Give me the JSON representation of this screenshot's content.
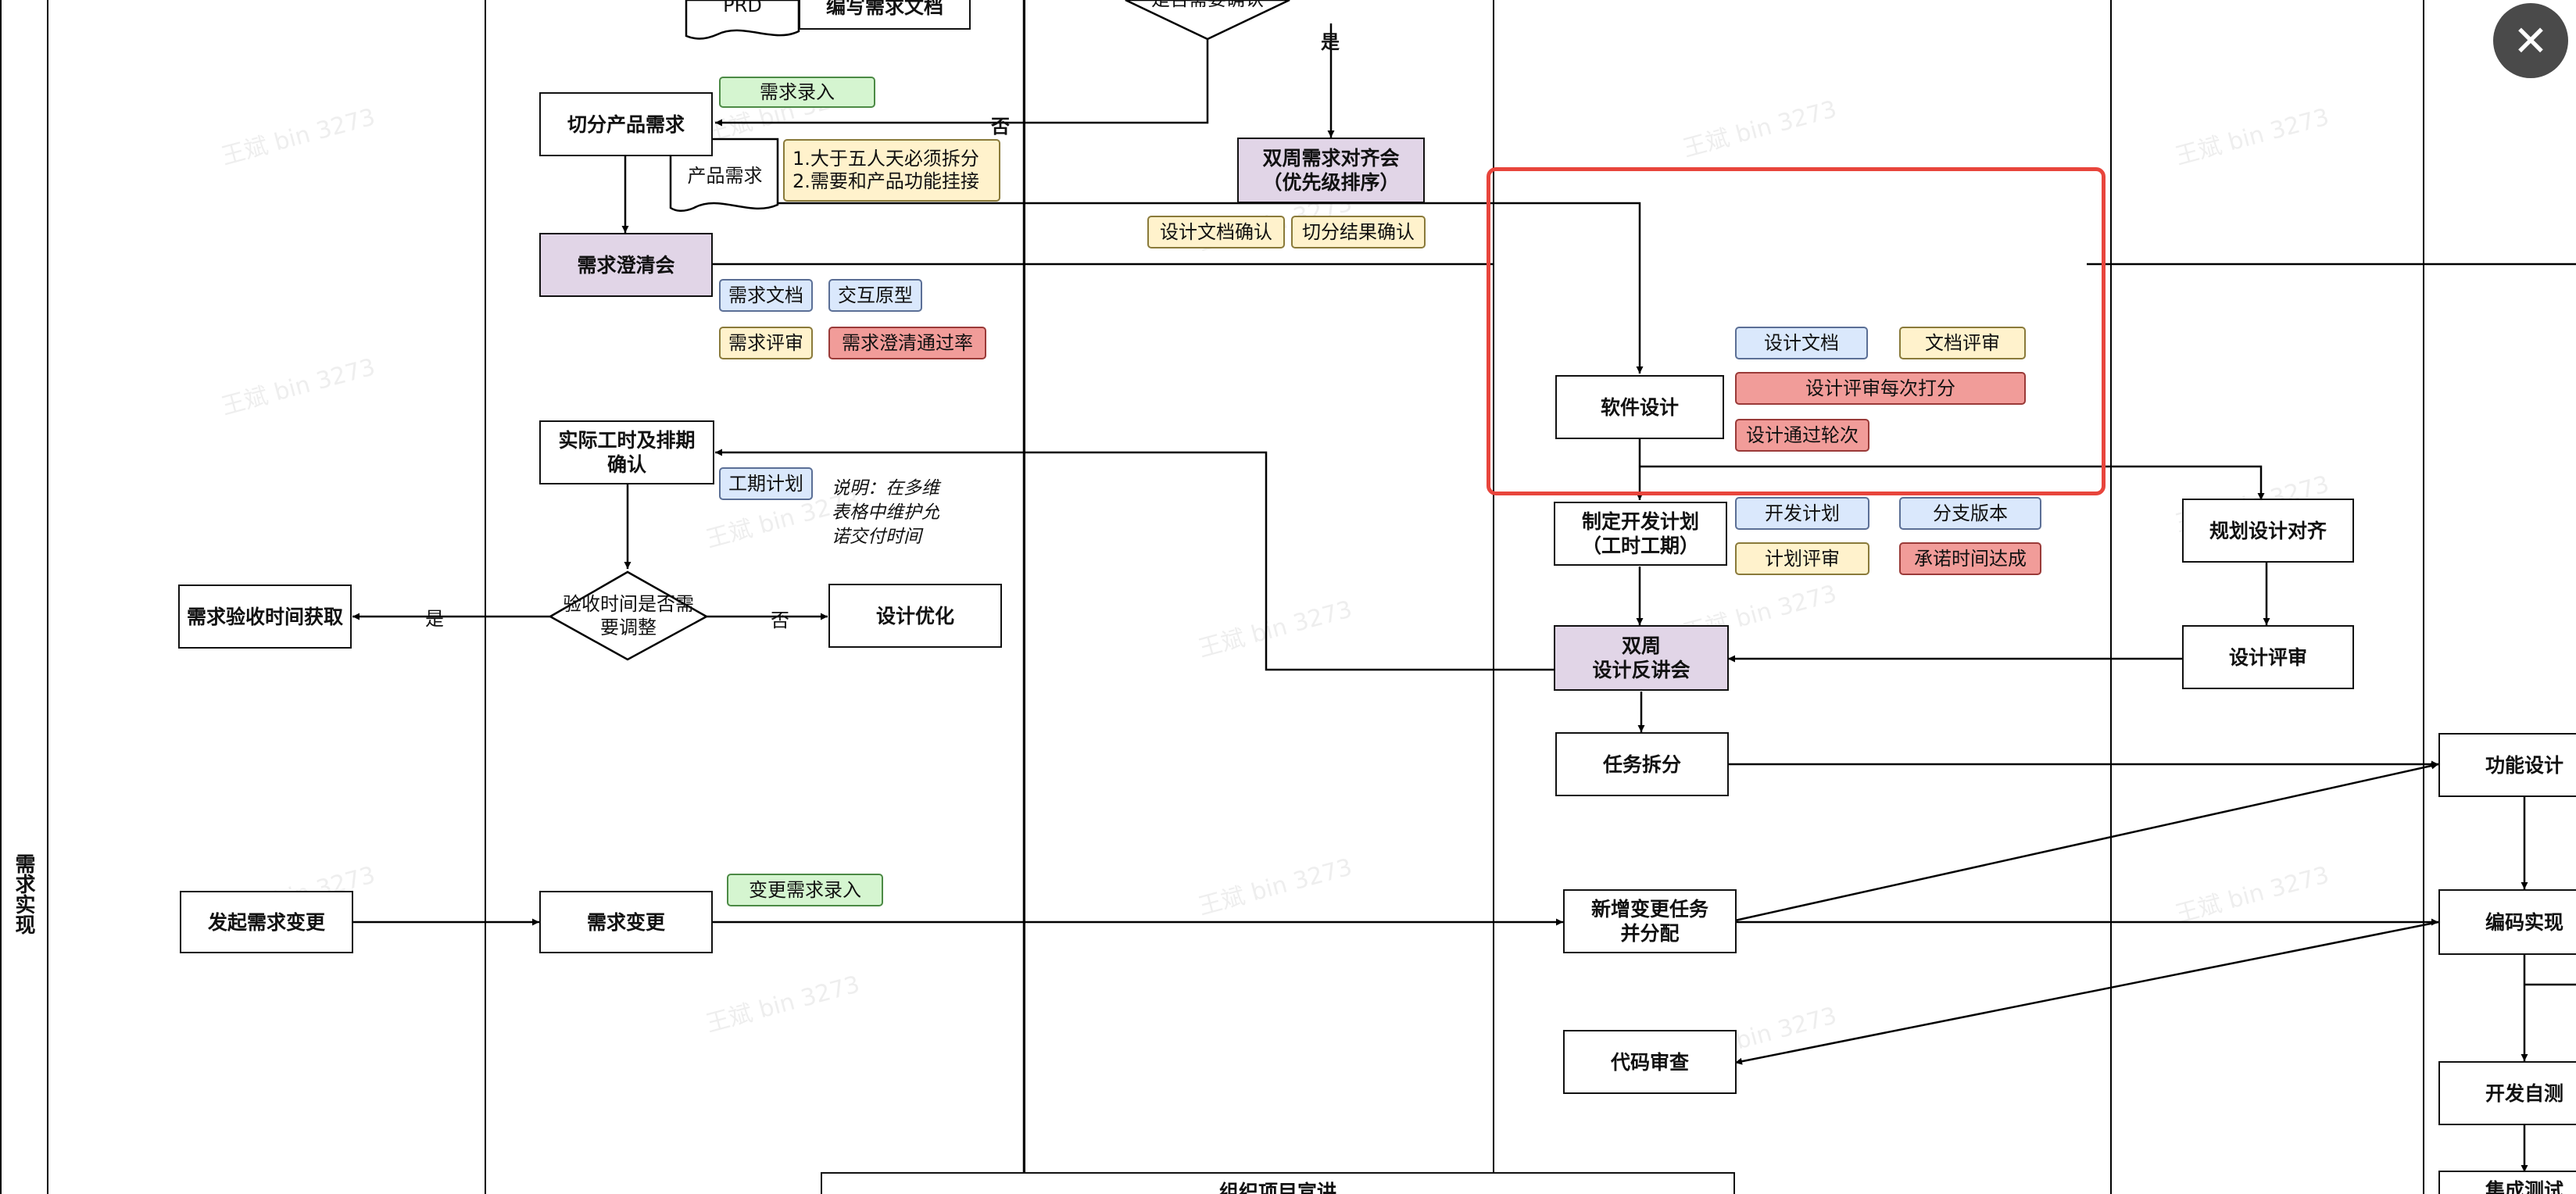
{
  "lane_title": "需求实现",
  "nodes": {
    "prd_doc": "PRD",
    "write_req_doc": "编写需求文档",
    "split_req": "切分产品需求",
    "prod_req_doc": "产品需求",
    "req_clarify": "需求澄清会",
    "biweekly_align": "双周需求对齐会\n（优先级排序）",
    "actual_hours": "实际工时及排期\n确认",
    "accept_time": "需求验收时间获取",
    "design_opt": "设计优化",
    "start_change": "发起需求变更",
    "req_change": "需求变更",
    "software_design": "软件设计",
    "dev_plan": "制定开发计划\n（工时工期）",
    "biweekly_review": "双周\n设计反讲会",
    "task_split": "任务拆分",
    "new_change_task": "新增变更任务\n并分配",
    "code_review": "代码审查",
    "plan_design_align": "规划设计对齐",
    "design_review": "设计评审",
    "func_design": "功能设计",
    "coding": "编码实现",
    "self_test": "开发自测",
    "bottom_box": "组织项目宣讲",
    "bottom_right_box": "集成测试"
  },
  "decisions": {
    "top": "是否需要确认",
    "accept_adjust": "验收时间是否需\n要调整"
  },
  "tags": {
    "req_entry": "需求录入",
    "split_rule": "1.大于五人天必须拆分\n2.需要和产品功能挂接",
    "design_doc_confirm": "设计文档确认",
    "split_result_confirm": "切分结果确认",
    "req_doc": "需求文档",
    "prototype": "交互原型",
    "req_review": "需求评审",
    "clarify_pass_rate": "需求澄清通过率",
    "schedule": "工期计划",
    "change_entry": "变更需求录入",
    "design_doc": "设计文档",
    "doc_review": "文档评审",
    "design_score": "设计评审每次打分",
    "design_pass_rounds": "设计通过轮次",
    "dev_plan_tag": "开发计划",
    "branch_version": "分支版本",
    "plan_review": "计划评审",
    "promise_rate": "承诺时间达成"
  },
  "labels": {
    "yes_top": "是",
    "no_split": "否",
    "yes_left": "是",
    "no_right": "否"
  },
  "note": "说明：在多维\n表格中维护允\n诺交付时间",
  "watermark": "王斌 bin 3273",
  "close_icon": "✕"
}
